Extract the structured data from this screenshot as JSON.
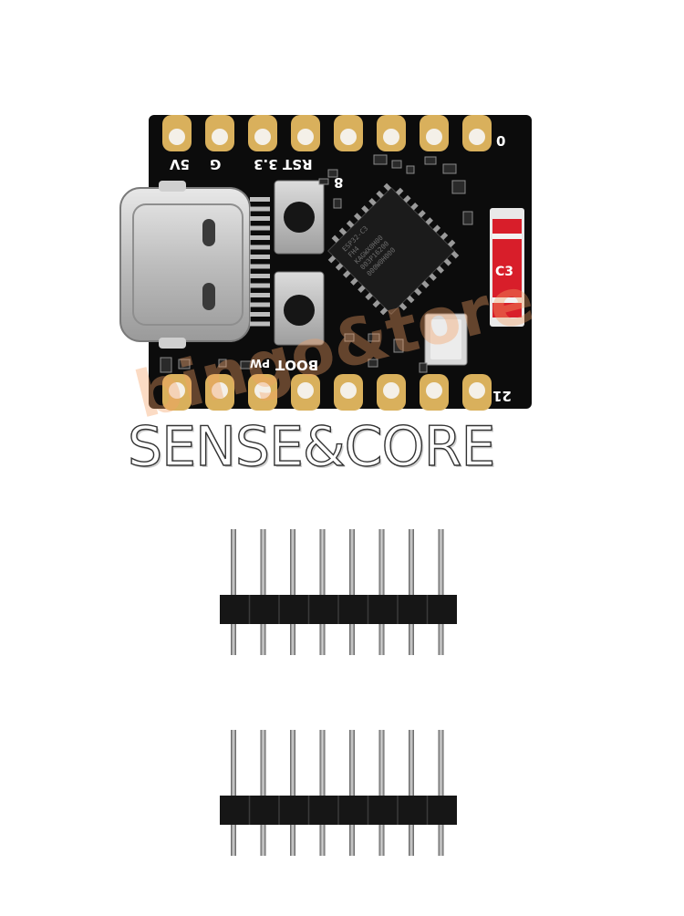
{
  "image": {
    "brand_text": "SENSE&CORE",
    "watermark_text": "bingo&tore"
  },
  "board": {
    "pin_labels": {
      "five_v": "5V",
      "ground": "G",
      "three_v3": "3.3",
      "reset": "RST",
      "pin_8": "8",
      "pin_0": "0",
      "pin_21": "21",
      "boot": "BOOT",
      "power": "PW"
    },
    "chip_marking": "ESP32-C3\nFH4\nKAGWX0H00\n003P16200\n000W0H000",
    "rgb_led_label": "C3"
  },
  "headers": [
    {
      "pins": 8
    },
    {
      "pins": 8
    }
  ],
  "colors": {
    "pcb": "#0c0c0c",
    "pad_gold": "#d9b05c",
    "usb_metal": "#c9c9c9",
    "rgb_red": "#d81e2a",
    "header_plastic": "#161616",
    "pin_metal": "#8a8a8a"
  }
}
